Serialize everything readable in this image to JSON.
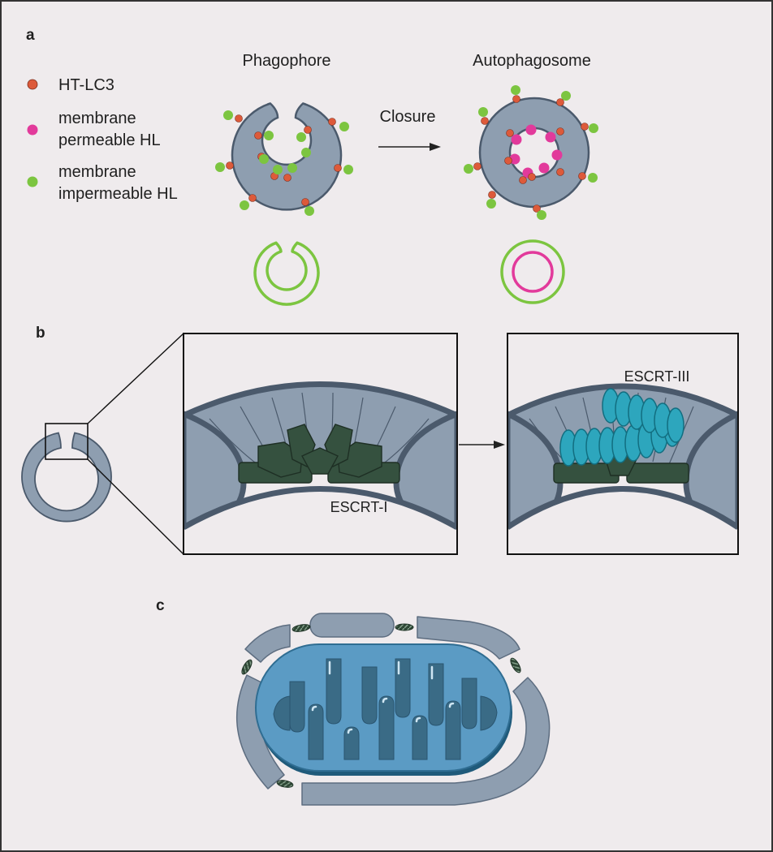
{
  "panels": {
    "a": {
      "label": "a",
      "legend": [
        {
          "label": "HT-LC3",
          "color": "#dd5a3a"
        },
        {
          "label": "membrane",
          "label2": "permeable HL",
          "color": "#e23a9b"
        },
        {
          "label": "membrane",
          "label2": "impermeable HL",
          "color": "#7cc540"
        }
      ],
      "stage_left": "Phagophore",
      "stage_right": "Autophagosome",
      "arrow_label": "Closure"
    },
    "b": {
      "label": "b",
      "escrt1": "ESCRT-I",
      "escrt3": "ESCRT-III"
    },
    "c": {
      "label": "c"
    }
  },
  "colors": {
    "membrane": "#8e9eb0",
    "membrane_dark": "#4b5a6c",
    "escrt1": "#35513f",
    "escrt3": "#2da6bd",
    "ht_lc3": "#dd5a3a",
    "permeable": "#e23a9b",
    "impermeable": "#7cc540",
    "mitochondrion": "#5b9bc4"
  }
}
